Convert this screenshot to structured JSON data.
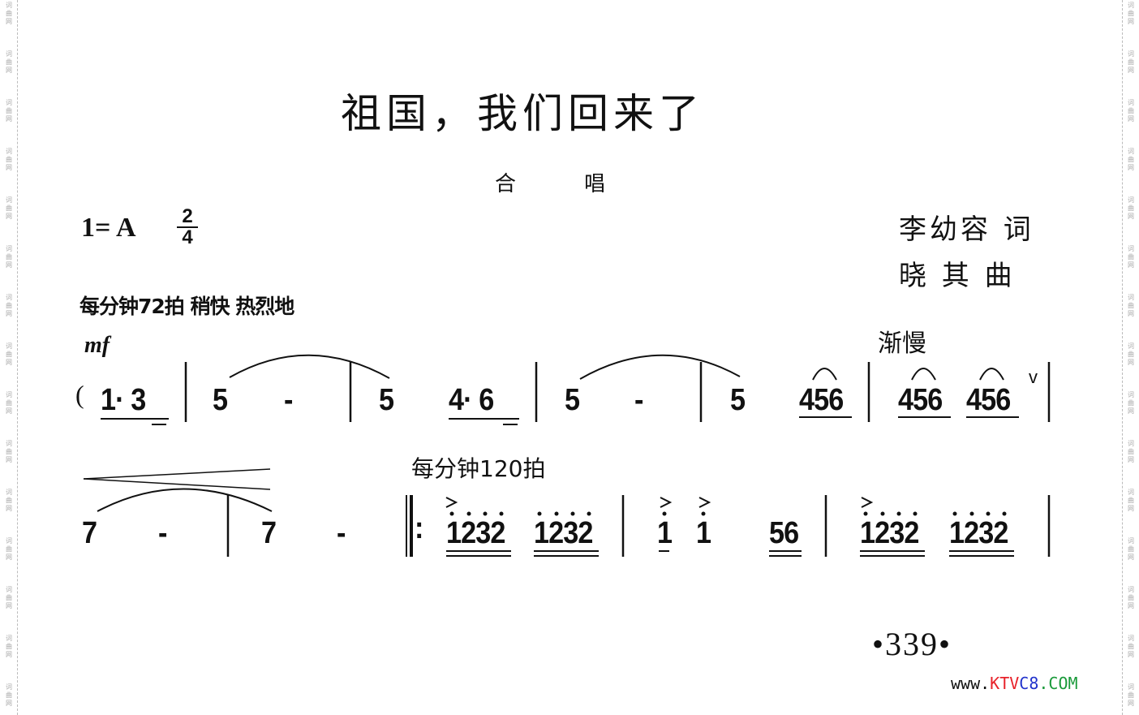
{
  "watermark": "词曲网",
  "title": "祖国，我们回来了",
  "subtitle": [
    "合",
    "唱"
  ],
  "key": "1= A",
  "time_signature": {
    "top": "2",
    "bottom": "4"
  },
  "credits": {
    "lyricist": "李幼容 词",
    "composer": "晓  其 曲"
  },
  "tempo_marking": "每分钟72拍   稍快   热烈地",
  "dynamic": "mf",
  "ritardando": "渐慢",
  "tempo_marking_2": "每分钟120拍",
  "line1": {
    "paren": "(",
    "notes": [
      "1· 3",
      "5",
      "-",
      "5",
      "4· 6",
      "5",
      "-",
      "5",
      "456",
      "456",
      "456",
      "v"
    ]
  },
  "line2": {
    "notes": [
      "7",
      "-",
      "7",
      "-",
      ":",
      "1232",
      "1232",
      "1",
      "1",
      "56",
      "1232",
      "1232"
    ]
  },
  "page_number": "•339•",
  "url": {
    "prefix": "www.",
    "brand1": "KTV",
    "brand2": "C8",
    "suffix": ".COM"
  },
  "colors": {
    "brand1": "#e8222a",
    "brand2": "#2233cc",
    "suffix": "#1a9a3a"
  }
}
